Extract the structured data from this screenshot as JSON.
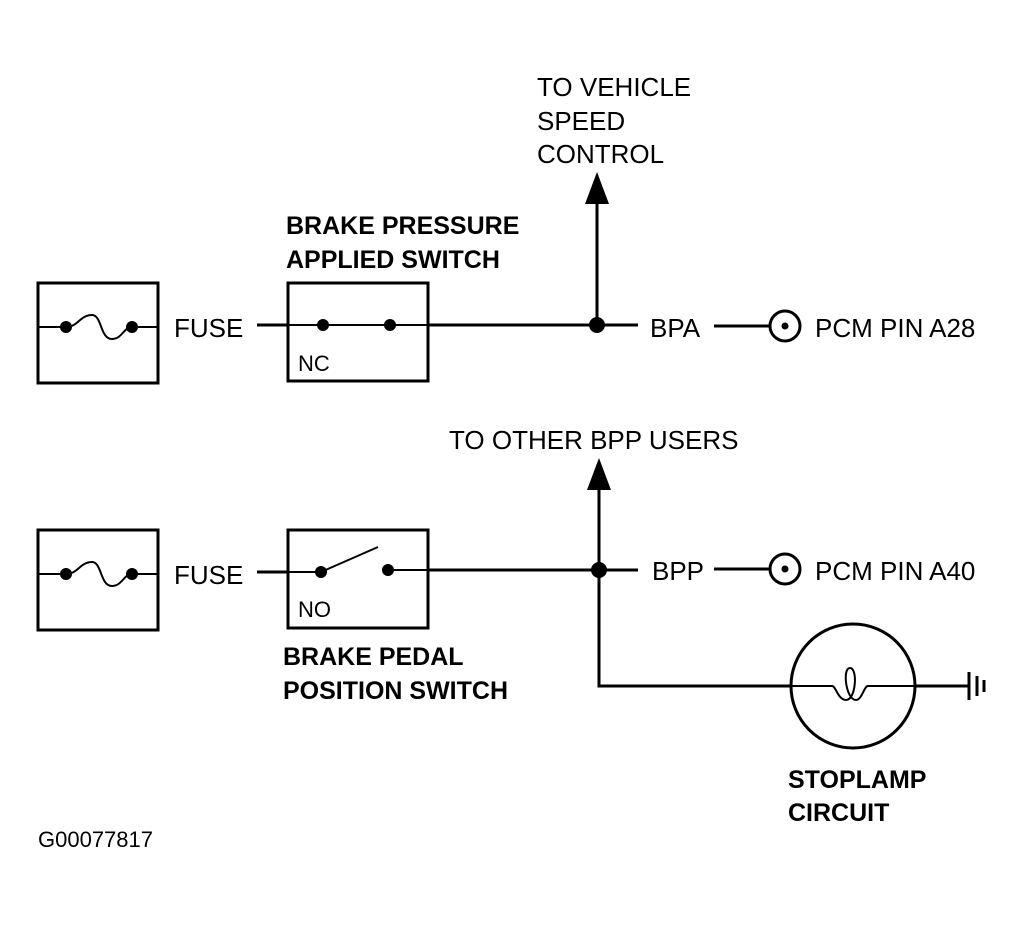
{
  "top_circuit": {
    "fuse_label": "FUSE",
    "switch_title_line1": "BRAKE PRESSURE",
    "switch_title_line2": "APPLIED SWITCH",
    "switch_state": "NC",
    "branch_line1": "TO VEHICLE",
    "branch_line2": "SPEED",
    "branch_line3": "CONTROL",
    "signal_label": "BPA",
    "pcm_label": "PCM PIN A28"
  },
  "bottom_circuit": {
    "fuse_label": "FUSE",
    "switch_state": "NO",
    "switch_title_line1": "BRAKE PEDAL",
    "switch_title_line2": "POSITION SWITCH",
    "branch_line1": "TO OTHER BPP USERS",
    "signal_label": "BPP",
    "pcm_label": "PCM PIN A40",
    "lamp_title_line1": "STOPLAMP",
    "lamp_title_line2": "CIRCUIT"
  },
  "figure_id": "G00077817",
  "icons": [
    "fuse-icon",
    "switch-icon",
    "arrow-up-icon",
    "connector-icon",
    "lamp-icon",
    "ground-icon"
  ]
}
